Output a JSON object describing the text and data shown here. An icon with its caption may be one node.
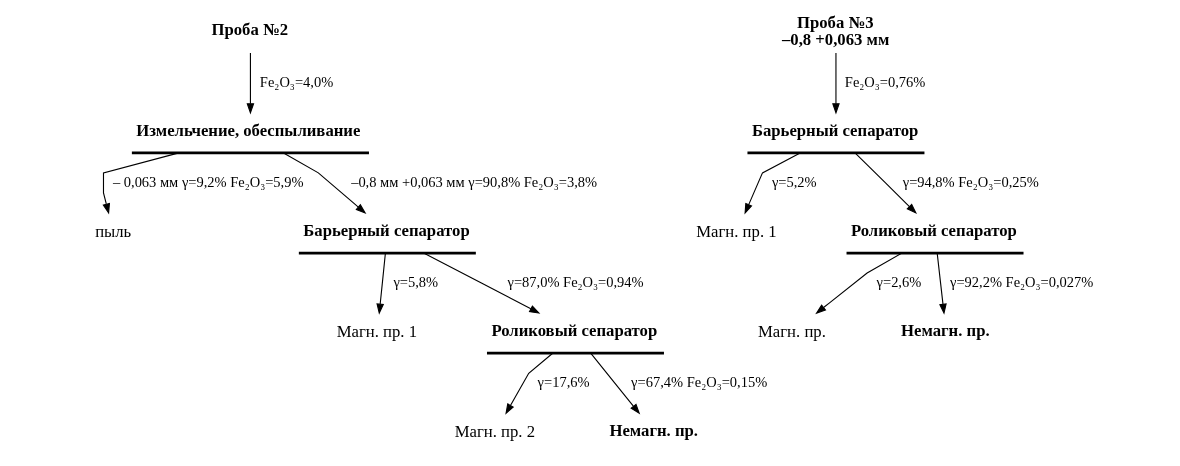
{
  "diagram": {
    "nodes": [
      {
        "text": [
          "Проба №2"
        ]
      },
      {
        "text": [
          "Измельчение, обеспыливание"
        ]
      },
      {
        "text": [
          "пыль"
        ]
      },
      {
        "text": [
          "Барьерный сепаратор"
        ]
      },
      {
        "text": [
          "Магн. пр. 1"
        ]
      },
      {
        "text": [
          "Роликовый сепаратор"
        ]
      },
      {
        "text": [
          "Магн. пр. 2"
        ]
      },
      {
        "text": [
          "Немагн. пр."
        ]
      },
      {
        "text": [
          "Проба №3",
          "–0,8 +0,063 мм"
        ]
      },
      {
        "text": [
          "Барьерный сепаратор"
        ]
      },
      {
        "text": [
          "Магн. пр. 1"
        ]
      },
      {
        "text": [
          "Роликовый сепаратор"
        ]
      },
      {
        "text": [
          "Магн. пр."
        ]
      },
      {
        "text": [
          "Немагн. пр."
        ]
      }
    ],
    "edges": [
      {
        "from": 0,
        "to": 1,
        "arrow": "to",
        "label": "Fe₂O₃=4,0%"
      },
      {
        "from": 1,
        "to": 2,
        "arrow": "to",
        "label": "– 0,063 мм γ=9,2% Fe₂O₃=5,9%"
      },
      {
        "from": 1,
        "to": 3,
        "arrow": "to",
        "label": "–0,8 мм +0,063 мм γ=90,8% Fe₂O₃=3,8%"
      },
      {
        "from": 3,
        "to": 4,
        "arrow": "to",
        "label": "γ=5,8%"
      },
      {
        "from": 3,
        "to": 5,
        "arrow": "to",
        "label": "γ=87,0% Fe₂O₃=0,94%"
      },
      {
        "from": 5,
        "to": 6,
        "arrow": "to",
        "label": "γ=17,6%"
      },
      {
        "from": 5,
        "to": 7,
        "arrow": "to",
        "label": "γ=67,4% Fe₂O₃=0,15%"
      },
      {
        "from": 8,
        "to": 9,
        "arrow": "to",
        "label": "Fe₂O₃=0,76%"
      },
      {
        "from": 9,
        "to": 10,
        "arrow": "to",
        "label": "γ=5,2%"
      },
      {
        "from": 9,
        "to": 11,
        "arrow": "to",
        "label": "γ=94,8% Fe₂O₃=0,25%"
      },
      {
        "from": 11,
        "to": 12,
        "arrow": "to",
        "label": "γ=2,6%"
      },
      {
        "from": 11,
        "to": 13,
        "arrow": "to",
        "label": "γ=92,2% Fe₂O₃=0,027%"
      }
    ]
  }
}
